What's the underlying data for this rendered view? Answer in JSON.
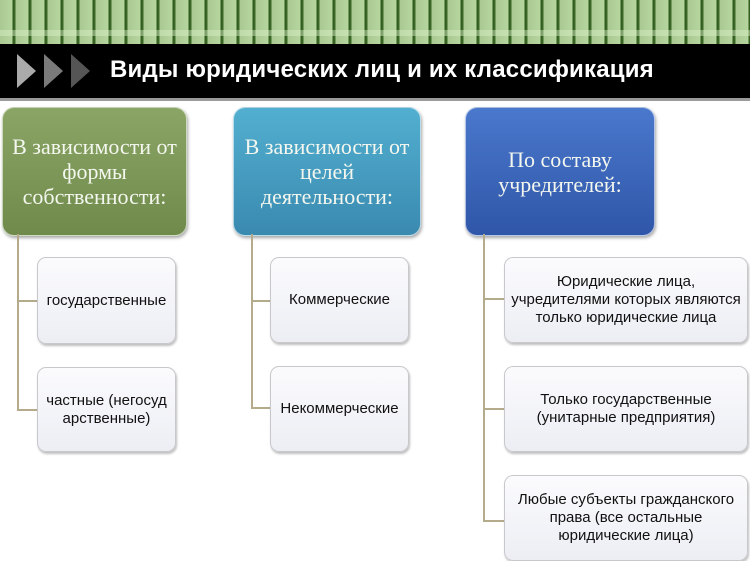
{
  "slide": {
    "title": "Виды юридических лиц и их классификация",
    "decor": {
      "arrows_icon": "triple-play-arrows",
      "stripe_color": "#3c6a28",
      "header_bg": "#000000"
    }
  },
  "columns": [
    {
      "heading": "В зависимости от формы собственности:",
      "color": "#7b9655",
      "items": [
        "государственные",
        "частные (негосударственные)"
      ]
    },
    {
      "heading": "В зависимости от целей деятельности:",
      "color": "#459cc0",
      "items": [
        "Коммерческие",
        "Некоммерческие"
      ]
    },
    {
      "heading": "По составу учредителей:",
      "color": "#3a64b8",
      "items": [
        "Юридические лица, учредителями которых являются только юридические лица",
        "Только государственные (унитарные предприятия)",
        "Любые субъекты гражданского права (все остальные юридические лица)"
      ]
    }
  ]
}
